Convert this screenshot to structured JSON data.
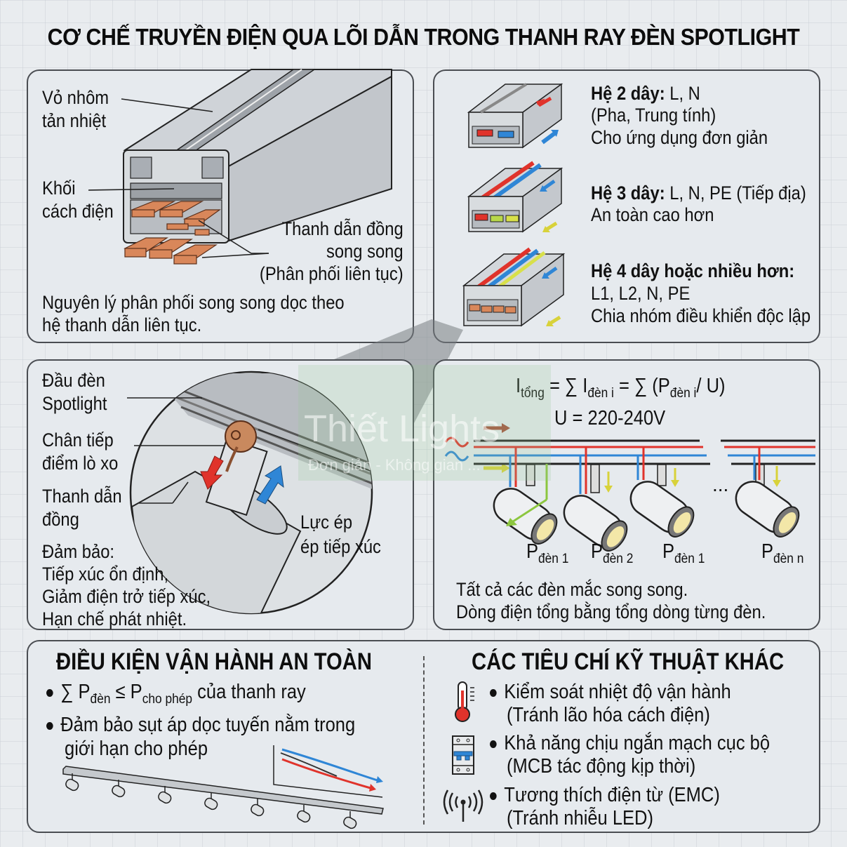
{
  "title": "CƠ CHẾ TRUYỀN ĐIỆN QUA LÕI DẪN TRONG THANH RAY ĐÈN SPOTLIGHT",
  "panel_rail_structure": {
    "labels": {
      "housing": [
        "Vỏ nhôm",
        "tản nhiệt"
      ],
      "insulator": [
        "Khối",
        "cách điện"
      ],
      "conductors": [
        "Thanh dẫn đồng",
        "song song",
        "(Phân phối liên tục)"
      ]
    },
    "caption": [
      "Nguyên lý phân phối song song dọc theo",
      "hệ thanh dẫn liên tục."
    ]
  },
  "panel_wire_systems": {
    "items": [
      {
        "heading": "Hệ 2 dây:",
        "rest": " L, N",
        "lines": [
          "(Pha, Trung tính)",
          "Cho ứng dụng đơn giản"
        ],
        "bar_colors": [
          "#e0332b",
          "#2f86d6"
        ]
      },
      {
        "heading": "Hệ 3 dây:",
        "rest": " L, N, PE (Tiếp địa)",
        "lines": [
          "An toàn cao hơn"
        ],
        "bar_colors": [
          "#e0332b",
          "#b8d84a",
          "#d8e04a"
        ]
      },
      {
        "heading": "Hệ 4 dây hoặc nhiều hơn:",
        "rest": "",
        "lines": [
          "L1, L2, N, PE",
          "Chia nhóm điều khiển độc lập"
        ],
        "bar_colors": [
          "#d9875a",
          "#d9875a",
          "#d9875a",
          "#d9875a"
        ]
      }
    ]
  },
  "panel_contact": {
    "labels": {
      "head": [
        "Đầu đèn",
        "Spotlight"
      ],
      "spring": [
        "Chân tiếp",
        "điểm lò xo"
      ],
      "copper": [
        "Thanh dẫn",
        "đồng"
      ],
      "force": [
        "Lực ép",
        "ép tiếp xúc"
      ]
    },
    "ensures_title": "Đảm bảo:",
    "ensures": [
      "Tiếp xúc ổn định,",
      "Giảm điện trở tiếp xúc,",
      "Hạn chế phát nhiệt."
    ]
  },
  "panel_parallel": {
    "formula": {
      "I": "I",
      "I_sub": "tổng",
      "eq1": " = ∑ I",
      "eq1_sub": "đèn i",
      "eq2": " = ∑ (P",
      "eq2_sub": "đèn i",
      "end": "/ U)"
    },
    "voltage": "U = 220-240V",
    "lamps": [
      {
        "P": "P",
        "sub": "đèn 1"
      },
      {
        "P": "P",
        "sub": "đèn 2"
      },
      {
        "P": "P",
        "sub": "đèn 1"
      },
      {
        "P": "P",
        "sub": "đèn n"
      }
    ],
    "ellipsis": "...",
    "caption": [
      "Tất cả các đèn mắc song song.",
      "Dòng điện tổng bằng tổng dòng từng đèn."
    ]
  },
  "panel_safety": {
    "heading": "ĐIỀU KIỆN VẬN HÀNH AN TOÀN",
    "bullet1": {
      "sum": "∑ P",
      "sub1": "đèn",
      "le": " ≤ P",
      "sub2": "cho phép",
      "rest": " của thanh ray"
    },
    "bullet2": [
      "Đảm bảo sụt áp dọc tuyến nằm trong",
      "giới hạn cho phép"
    ]
  },
  "panel_other": {
    "heading": "CÁC TIÊU CHÍ KỸ THUẬT KHÁC",
    "items": [
      {
        "icon": "thermometer-icon",
        "line1": "Kiểm soát nhiệt độ vận hành",
        "line2": "(Tránh lão hóa cách điện)"
      },
      {
        "icon": "circuit-breaker-icon",
        "line1": "Khả năng chịu ngắn mạch cục bộ",
        "line2": "(MCB tác động kịp thời)"
      },
      {
        "icon": "antenna-signal-icon",
        "line1": "Tương thích điện từ (EMC)",
        "line2": "(Tránh nhiễu LED)"
      }
    ]
  },
  "watermark": {
    "brand": "Thiết Lights",
    "tagline": "Đơn giản - Không gian ..."
  },
  "colors": {
    "live": "#e0332b",
    "neutral": "#2f86d6",
    "earth": "#d8d23a",
    "copper": "#d9875a",
    "panel_bg": "#e6eaee",
    "border": "#4a4d52"
  }
}
